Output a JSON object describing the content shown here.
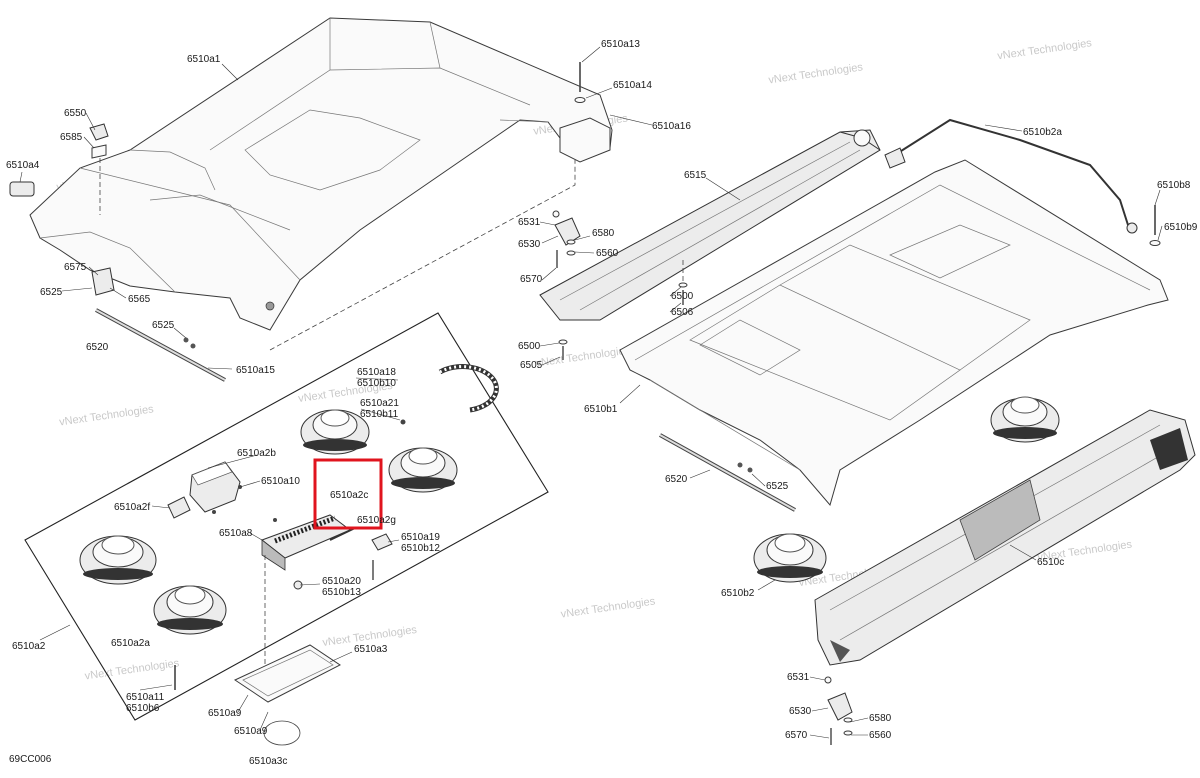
{
  "diagram_code": "69CC006",
  "watermark": {
    "line1": "vNext",
    "line2": "Technologies",
    "full": "vNext Technologies"
  },
  "highlight_label": "6510a2c",
  "labels": {
    "l_6510a1": "6510a1",
    "l_6510a13": "6510a13",
    "l_6510a14": "6510a14",
    "l_6510a16": "6510a16",
    "l_6550": "6550",
    "l_6585": "6585",
    "l_6510a4": "6510a4",
    "l_6575": "6575",
    "l_6525a": "6525",
    "l_6565": "6565",
    "l_6525b": "6525",
    "l_6520a": "6520",
    "l_6510a15": "6510a15",
    "l_6510a18": "6510a18",
    "l_6510b10": "6510b10",
    "l_6510a21": "6510a21",
    "l_6510b11": "6510b11",
    "l_6510a2b": "6510a2b",
    "l_6510a10": "6510a10",
    "l_6510a2f": "6510a2f",
    "l_6510a8": "6510a8",
    "l_6510a2g": "6510a2g",
    "l_6510a19": "6510a19",
    "l_6510b12": "6510b12",
    "l_6510a20": "6510a20",
    "l_6510b13": "6510b13",
    "l_6510a2a": "6510a2a",
    "l_6510a2": "6510a2",
    "l_6510a3": "6510a3",
    "l_6510a11": "6510a11",
    "l_6510b6": "6510b6",
    "l_6510a9a": "6510a9",
    "l_6510a9b": "6510a9",
    "l_6510a3c": "6510a3c",
    "l_6515": "6515",
    "l_6531a": "6531",
    "l_6530a": "6530",
    "l_6580a": "6580",
    "l_6560a": "6560",
    "l_6570a": "6570",
    "l_6500a": "6500",
    "l_6506": "6506",
    "l_6500b": "6500",
    "l_6505": "6505",
    "l_6510b2a": "6510b2a",
    "l_6510b8": "6510b8",
    "l_6510b9": "6510b9",
    "l_6510b1": "6510b1",
    "l_6520b": "6520",
    "l_6525c": "6525",
    "l_6510c": "6510c",
    "l_6510b2": "6510b2",
    "l_6531b": "6531",
    "l_6530b": "6530",
    "l_6580b": "6580",
    "l_6570b": "6570",
    "l_6560b": "6560"
  }
}
